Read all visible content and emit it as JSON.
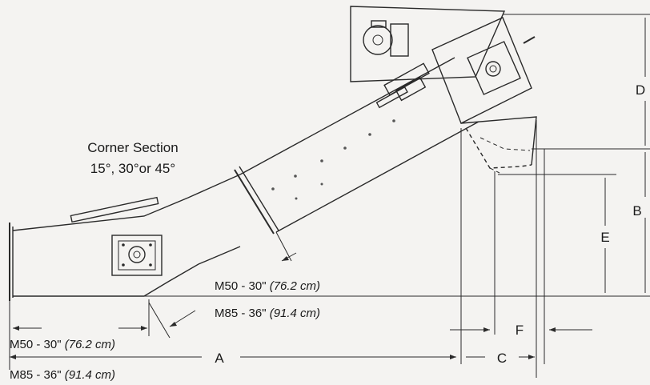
{
  "corner_section": {
    "line1": "Corner Section",
    "line2": "15°, 30°or 45°"
  },
  "dimensions": {
    "A": "A",
    "B": "B",
    "C": "C",
    "D": "D",
    "E": "E",
    "F": "F"
  },
  "notes": {
    "inlet_m50": "M50 - 30\"",
    "inlet_m50_metric": "(76.2 cm)",
    "inlet_m85": "M85 - 36\"",
    "inlet_m85_metric": "(91.4 cm)",
    "bottom_m50": "M50 - 30\"",
    "bottom_m50_metric": "(76.2 cm)",
    "bottom_m85": "M85 - 36\"",
    "bottom_m85_metric": "(91.4 cm)"
  }
}
